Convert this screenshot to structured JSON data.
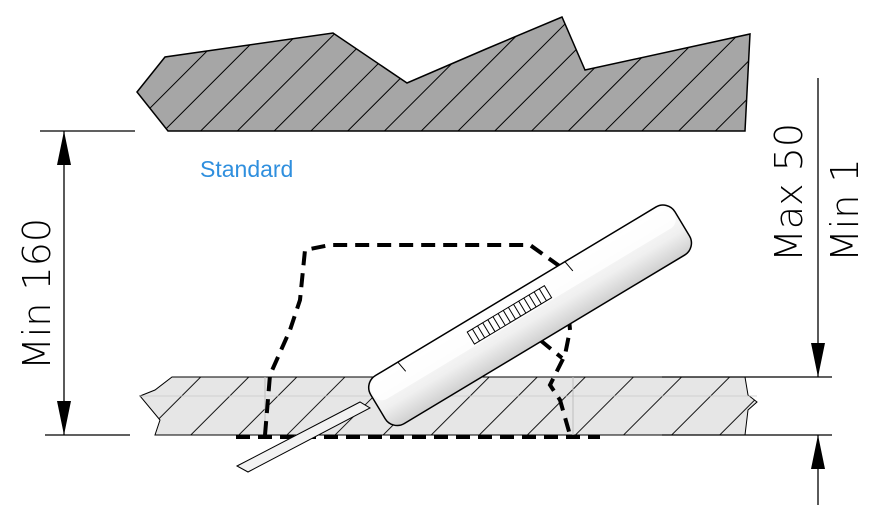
{
  "labels": {
    "standard": "Standard",
    "min_height": "Min 160",
    "max_gap": "Max 50",
    "min_gap": "Min 1"
  },
  "colors": {
    "label_blue": "#2f8fde",
    "hatch_fill": "#a6a6a6",
    "ceiling_fill": "#e6e6e6",
    "line": "#000000"
  }
}
